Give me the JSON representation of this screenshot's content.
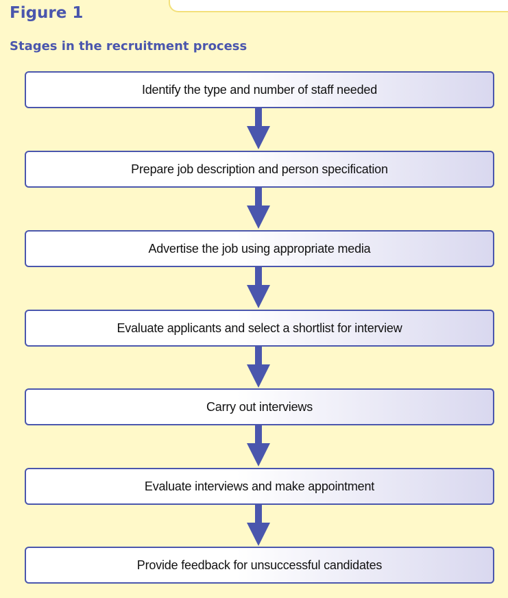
{
  "figure": {
    "label": "Figure 1",
    "title": "Stages in the recruitment process"
  },
  "colors": {
    "accent": "#4a56ad",
    "background": "#fff9c9",
    "box_gradient_end": "#d9d8ef"
  },
  "steps": [
    "Identify the type and number of staff needed",
    "Prepare job description and person specification",
    "Advertise the job using appropriate media",
    "Evaluate applicants and select a shortlist for interview",
    "Carry out interviews",
    "Evaluate interviews and make appointment",
    "Provide feedback for unsuccessful candidates"
  ]
}
